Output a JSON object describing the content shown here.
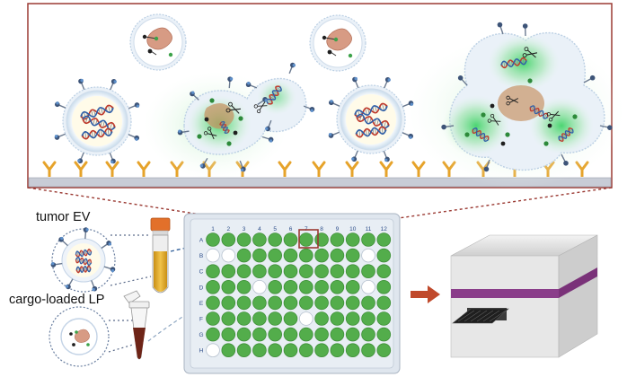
{
  "labels": {
    "tumor_ev": "tumor EV",
    "cargo_lp": "cargo-loaded LP"
  },
  "plate": {
    "columns": [
      "1",
      "2",
      "3",
      "4",
      "5",
      "6",
      "7",
      "8",
      "9",
      "10",
      "11",
      "12"
    ],
    "rows": [
      "A",
      "B",
      "C",
      "D",
      "E",
      "F",
      "G",
      "H"
    ],
    "well_grid": [
      "GGGGGGGGGGGG",
      "WWGGGGGGGGWG",
      "GGGGGGGGGGGG",
      "GGGWGGGGGGWG",
      "GGGGGGGGGGGG",
      "GGGGGGWGGGGG",
      "GGGGGGGGGGGG",
      "WGGGGGGGGGGG"
    ],
    "highlighted_well": "A7"
  },
  "colors": {
    "frame_border": "#9b3a33",
    "well_green": "#53ad4b",
    "well_white": "#ffffff",
    "antibody": "#e6a32a",
    "dna_red": "#c0392b",
    "dna_blue": "#2f5fa8",
    "tube_cap": "#e2702a",
    "tube_fluid": "#e0b030",
    "lp_fluid": "#7a2a1e",
    "reader_band": "#8a3d8a",
    "arrow": "#c0492b"
  },
  "icons": [
    "antibody-icon",
    "dna-helix-icon",
    "scissors-icon",
    "tube-icon",
    "microtube-icon",
    "plate-reader-icon",
    "arrow-icon"
  ]
}
